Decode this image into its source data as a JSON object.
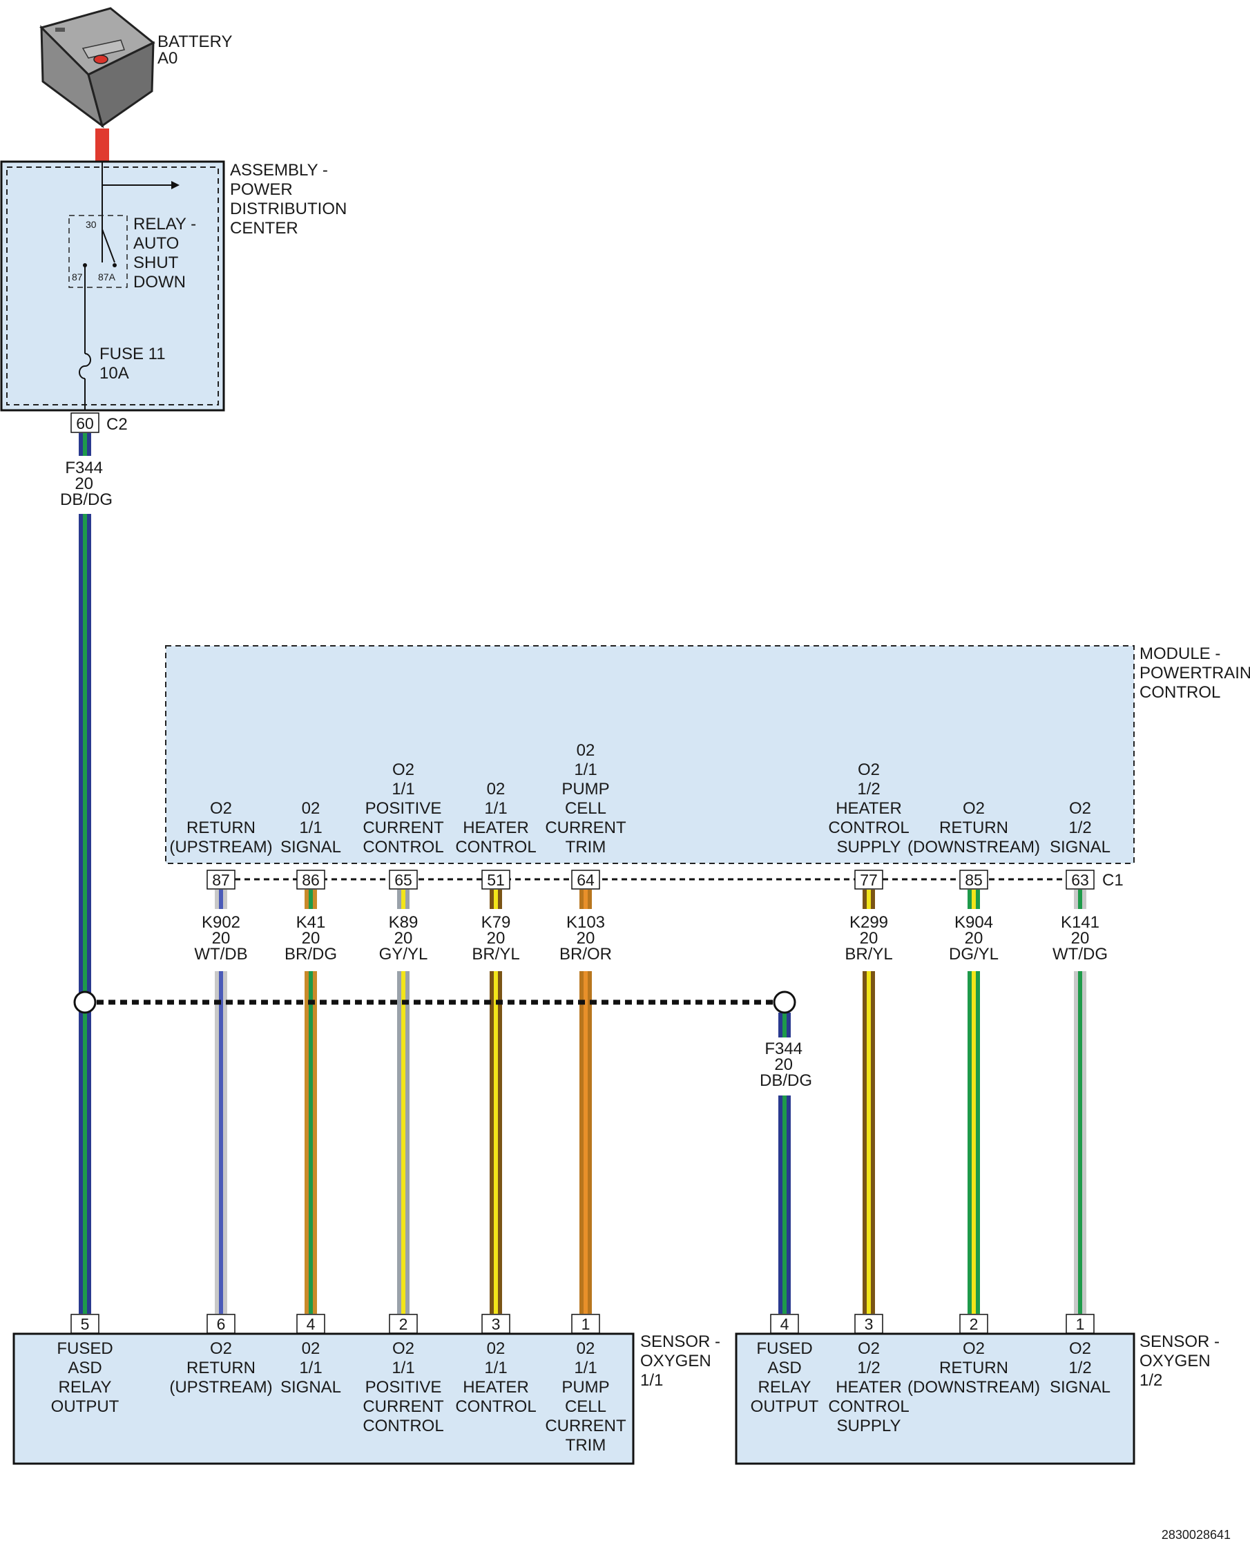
{
  "battery": {
    "label": [
      "BATTERY",
      "A0"
    ]
  },
  "pdc": {
    "label": [
      "ASSEMBLY -",
      "POWER",
      "DISTRIBUTION",
      "CENTER"
    ],
    "relay": {
      "label": [
        "RELAY -",
        "AUTO",
        "SHUT",
        "DOWN"
      ],
      "pins": {
        "p30": "30",
        "p87": "87",
        "p87a": "87A"
      }
    },
    "fuse": {
      "label": [
        "FUSE 11",
        "10A"
      ]
    },
    "pin": "60",
    "connector": "C2"
  },
  "pcm": {
    "label": [
      "MODULE -",
      "POWERTRAIN",
      "CONTROL"
    ],
    "connector": "C1",
    "pins": [
      {
        "pin": "87",
        "func": [
          "O2",
          "RETURN",
          "(UPSTREAM)"
        ]
      },
      {
        "pin": "86",
        "func": [
          "02",
          "1/1",
          "SIGNAL"
        ]
      },
      {
        "pin": "65",
        "func": [
          "O2",
          "1/1",
          "POSITIVE",
          "CURRENT",
          "CONTROL"
        ]
      },
      {
        "pin": "51",
        "func": [
          "02",
          "1/1",
          "HEATER",
          "CONTROL"
        ]
      },
      {
        "pin": "64",
        "func": [
          "02",
          "1/1",
          "PUMP",
          "CELL",
          "CURRENT",
          "TRIM"
        ]
      },
      {
        "pin": "77",
        "func": [
          "O2",
          "1/2",
          "HEATER",
          "CONTROL",
          "SUPPLY"
        ]
      },
      {
        "pin": "85",
        "func": [
          "O2",
          "RETURN",
          "(DOWNSTREAM)"
        ]
      },
      {
        "pin": "63",
        "func": [
          "O2",
          "1/2",
          "SIGNAL"
        ]
      }
    ]
  },
  "wires": [
    {
      "circuit": "F344",
      "gauge": "20",
      "color": "DB/DG",
      "base": "#2a3a8f",
      "stripe": "#1e9a4a"
    },
    {
      "circuit": "K902",
      "gauge": "20",
      "color": "WT/DB",
      "base": "#c8c8c8",
      "stripe": "#4a5ab8"
    },
    {
      "circuit": "K41",
      "gauge": "20",
      "color": "BR/DG",
      "base": "#c98a2a",
      "stripe": "#1e9a4a"
    },
    {
      "circuit": "K89",
      "gauge": "20",
      "color": "GY/YL",
      "base": "#9aa2aa",
      "stripe": "#f2e51a"
    },
    {
      "circuit": "K79",
      "gauge": "20",
      "color": "BR/YL",
      "base": "#7a5416",
      "stripe": "#f2e51a"
    },
    {
      "circuit": "K103",
      "gauge": "20",
      "color": "BR/OR",
      "base": "#b8761e",
      "stripe": "#e8902a"
    },
    {
      "circuit": "K299",
      "gauge": "20",
      "color": "BR/YL",
      "base": "#7a5416",
      "stripe": "#f2e51a"
    },
    {
      "circuit": "K904",
      "gauge": "20",
      "color": "DG/YL",
      "base": "#1e9a4a",
      "stripe": "#f2e51a"
    },
    {
      "circuit": "K141",
      "gauge": "20",
      "color": "WT/DG",
      "base": "#c8c8c8",
      "stripe": "#1e9a4a"
    }
  ],
  "splice_wire": {
    "circuit": "F344",
    "gauge": "20",
    "color": "DB/DG"
  },
  "sensor1": {
    "label": [
      "SENSOR -",
      "OXYGEN",
      "1/1"
    ],
    "pins": [
      {
        "pin": "5",
        "func": [
          "FUSED",
          "ASD",
          "RELAY",
          "OUTPUT"
        ]
      },
      {
        "pin": "6",
        "func": [
          "O2",
          "RETURN",
          "(UPSTREAM)"
        ]
      },
      {
        "pin": "4",
        "func": [
          "02",
          "1/1",
          "SIGNAL"
        ]
      },
      {
        "pin": "2",
        "func": [
          "O2",
          "1/1",
          "POSITIVE",
          "CURRENT",
          "CONTROL"
        ]
      },
      {
        "pin": "3",
        "func": [
          "02",
          "1/1",
          "HEATER",
          "CONTROL"
        ]
      },
      {
        "pin": "1",
        "func": [
          "02",
          "1/1",
          "PUMP",
          "CELL",
          "CURRENT",
          "TRIM"
        ]
      }
    ]
  },
  "sensor2": {
    "label": [
      "SENSOR -",
      "OXYGEN",
      "1/2"
    ],
    "pins": [
      {
        "pin": "4",
        "func": [
          "FUSED",
          "ASD",
          "RELAY",
          "OUTPUT"
        ]
      },
      {
        "pin": "3",
        "func": [
          "O2",
          "1/2",
          "HEATER",
          "CONTROL",
          "SUPPLY"
        ]
      },
      {
        "pin": "2",
        "func": [
          "O2",
          "RETURN",
          "(DOWNSTREAM)"
        ]
      },
      {
        "pin": "1",
        "func": [
          "O2",
          "1/2",
          "SIGNAL"
        ]
      }
    ]
  },
  "figure_id": "2830028641"
}
